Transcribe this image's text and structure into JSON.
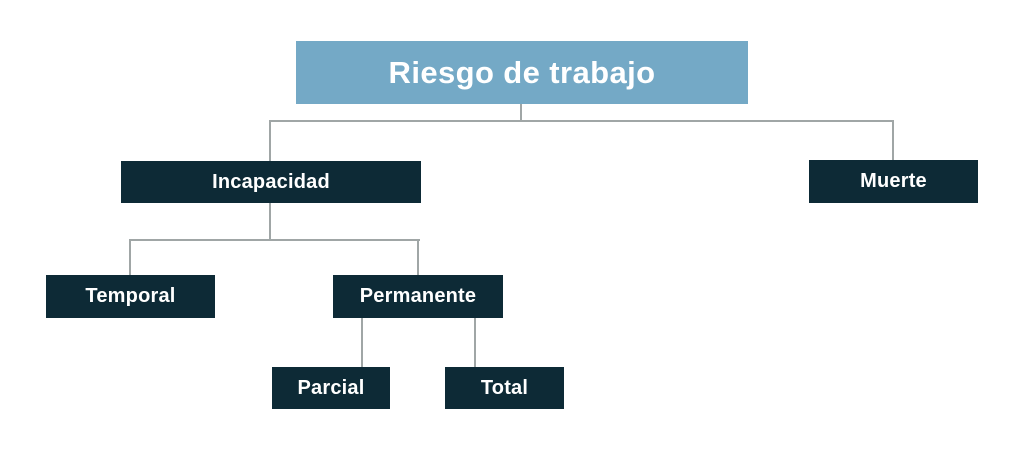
{
  "nodes": {
    "root": {
      "label": "Riesgo de trabajo"
    },
    "incapacidad": {
      "label": "Incapacidad"
    },
    "muerte": {
      "label": "Muerte"
    },
    "temporal": {
      "label": "Temporal"
    },
    "permanente": {
      "label": "Permanente"
    },
    "parcial": {
      "label": "Parcial"
    },
    "total": {
      "label": "Total"
    }
  },
  "colors": {
    "root_fill": "#74a9c6",
    "node_fill": "#0d2a36",
    "text": "#ffffff",
    "connector": "#a0a6a6"
  }
}
